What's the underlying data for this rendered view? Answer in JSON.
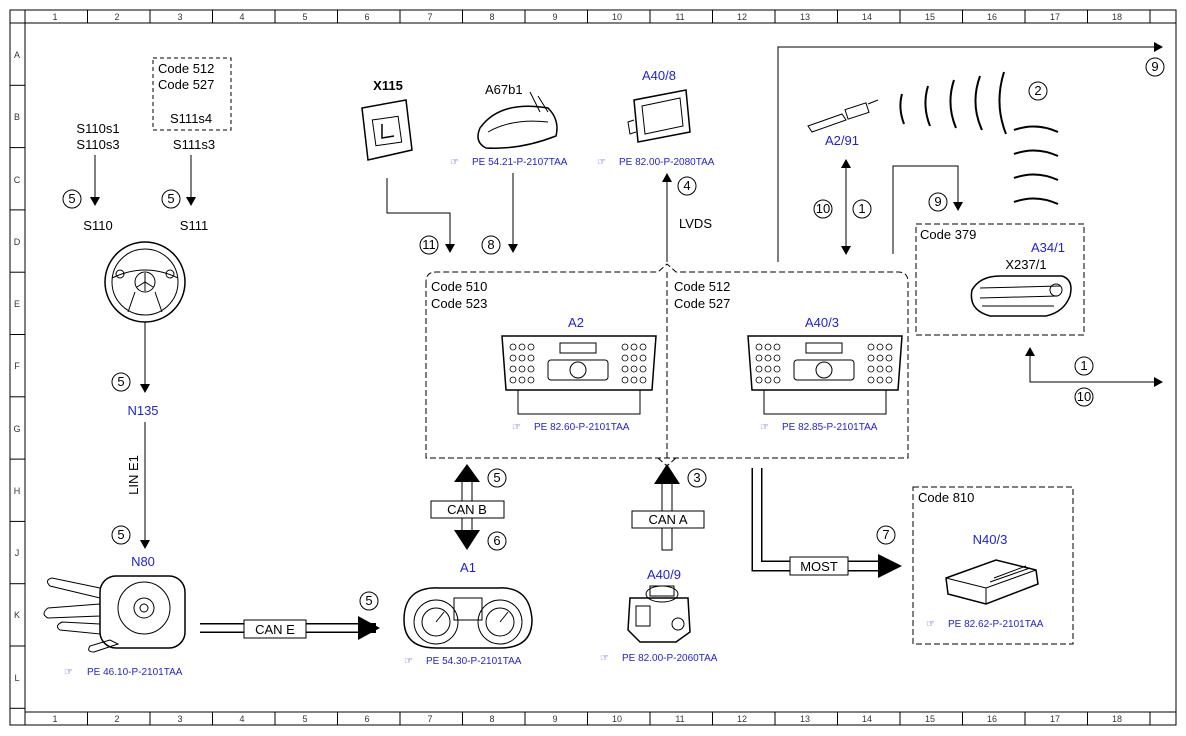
{
  "frame": {
    "columns": [
      "1",
      "2",
      "3",
      "4",
      "5",
      "6",
      "7",
      "8",
      "9",
      "10",
      "11",
      "12",
      "13",
      "14",
      "15",
      "16",
      "17",
      "18"
    ],
    "rows": [
      "A",
      "B",
      "C",
      "D",
      "E",
      "F",
      "G",
      "H",
      "J",
      "K",
      "L"
    ]
  },
  "switches": {
    "left_labels": [
      "S110s1",
      "S110s3"
    ],
    "right_labels": [
      "S111s3"
    ],
    "code_box": [
      "Code 512",
      "Code 527",
      "S111s4"
    ],
    "s110": "S110",
    "s111": "S111"
  },
  "modules": {
    "n135": "N135",
    "n80": "N80",
    "n80_ref": "PE 46.10-P-2101TAA",
    "a1": "A1",
    "a1_ref": "PE 54.30-P-2101TAA",
    "a40_9": "A40/9",
    "a40_9_ref": "PE 82.00-P-2060TAA",
    "x115": "X115",
    "a67b1": "A67b1",
    "a67b1_ref": "PE 54.21-P-2107TAA",
    "a40_8": "A40/8",
    "a40_8_ref": "PE 82.00-P-2080TAA",
    "a2_91": "A2/91",
    "a2": "A2",
    "a2_ref": "PE 82.60-P-2101TAA",
    "a40_3": "A40/3",
    "a40_3_ref": "PE 82.85-P-2101TAA",
    "a34_1": "A34/1",
    "x237_1": "X237/1",
    "n40_3": "N40/3",
    "n40_3_ref": "PE 82.62-P-2101TAA"
  },
  "codes": {
    "left_group": [
      "Code 510",
      "Code 523"
    ],
    "right_group": [
      "Code 512",
      "Code 527"
    ],
    "code_379": "Code 379",
    "code_810": "Code 810"
  },
  "buses": {
    "lin": "LIN E1",
    "can_e": "CAN E",
    "can_b": "CAN B",
    "can_a": "CAN A",
    "most": "MOST",
    "lvds": "LVDS"
  },
  "callouts": {
    "c1": "1",
    "c2": "2",
    "c3": "3",
    "c4": "4",
    "c5": "5",
    "c6": "6",
    "c7": "7",
    "c8": "8",
    "c9": "9",
    "c10": "10",
    "c11": "11"
  },
  "colors": {
    "blue": "#1f1fd6",
    "black": "#000000"
  }
}
